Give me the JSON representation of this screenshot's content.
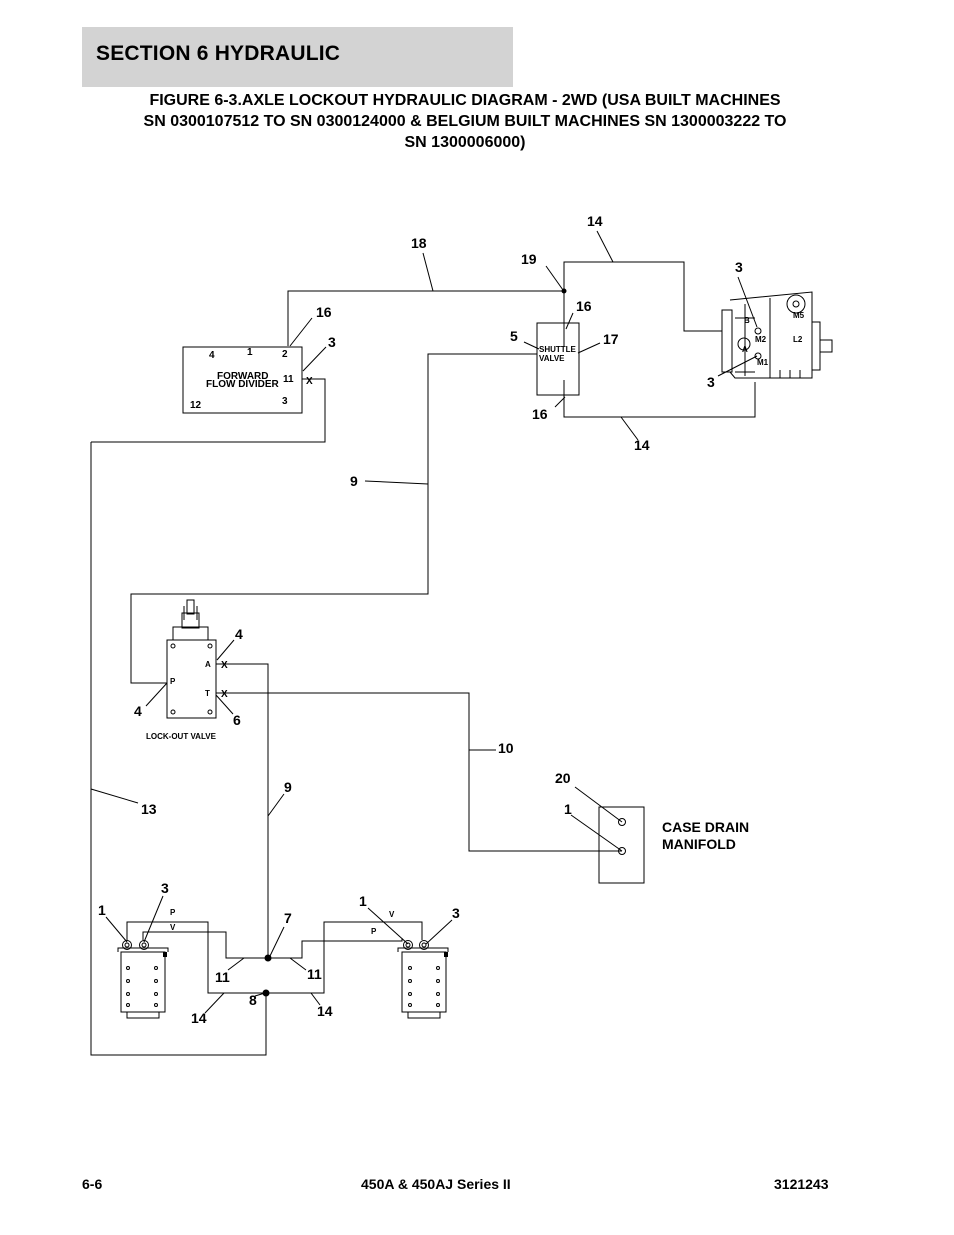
{
  "header": {
    "section": "SECTION 6   HYDRAULIC"
  },
  "figure": {
    "title_lines": [
      "FIGURE 6-3.AXLE LOCKOUT HYDRAULIC DIAGRAM - 2WD (USA BUILT MACHINES",
      "SN 0300107512 TO SN 0300124000 & BELGIUM BUILT MACHINES SN 1300003222 TO",
      "SN 1300006000)"
    ]
  },
  "components": {
    "flow_divider": {
      "name_line1": "FORWARD",
      "name_line2": "FLOW DIVIDER",
      "ports": [
        "4",
        "1",
        "2",
        "11",
        "12",
        "3"
      ]
    },
    "shuttle_valve": {
      "name_line1": "SHUTTLE",
      "name_line2": "VALVE"
    },
    "pump": {
      "ports": [
        "B",
        "M2",
        "A",
        "M1",
        "M5",
        "L2"
      ]
    },
    "lockout_valve": {
      "name": "LOCK-OUT VALVE",
      "ports": [
        "P",
        "A",
        "T"
      ]
    },
    "case_drain": {
      "name_line1": "CASE DRAIN",
      "name_line2": "MANIFOLD"
    },
    "left_cylinder": {
      "ports": [
        "P",
        "V"
      ]
    },
    "right_cylinder": {
      "ports": [
        "V",
        "P"
      ]
    },
    "x_mark": "X"
  },
  "callouts": {
    "c14_top": "14",
    "c18": "18",
    "c19": "19",
    "c3_pump_top": "3",
    "c16_top": "16",
    "c16_fd": "16",
    "c3_fd": "3",
    "c5": "5",
    "c17": "17",
    "c3_pump_bot": "3",
    "c16_bot": "16",
    "c14_mid": "14",
    "c9_upper": "9",
    "c4_top": "4",
    "c4_left": "4",
    "c6": "6",
    "c10": "10",
    "c9_lower": "9",
    "c13": "13",
    "c20": "20",
    "c1_case": "1",
    "c3_lcyl": "3",
    "c1_lcyl": "1",
    "c7": "7",
    "c1_rcyl": "1",
    "c3_rcyl": "3",
    "c11_left": "11",
    "c11_right": "11",
    "c8": "8",
    "c14_bot_left": "14",
    "c14_bot_right": "14"
  },
  "footer": {
    "page": "6-6",
    "model": "450A & 450AJ Series II",
    "doc": "3121243"
  }
}
